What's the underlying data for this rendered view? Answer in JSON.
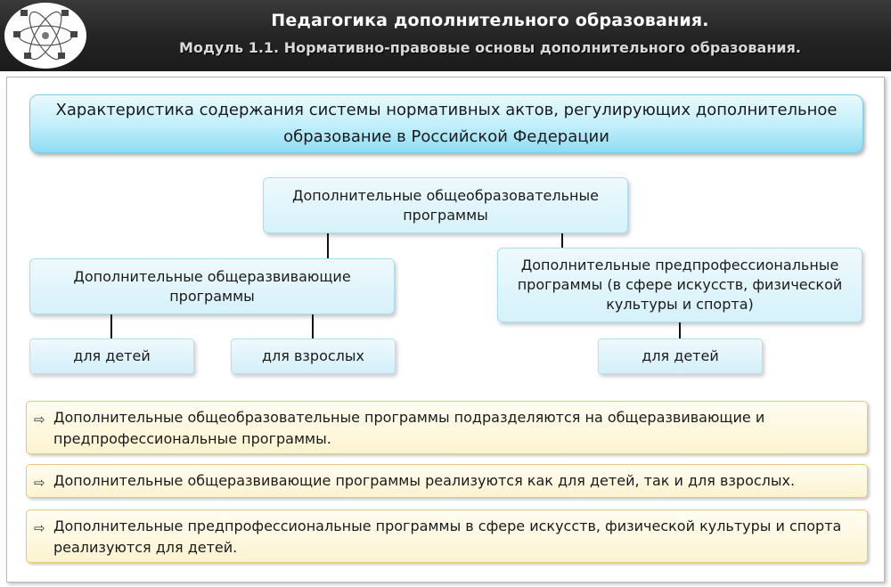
{
  "header": {
    "title": "Педагогика дополнительного образования.",
    "subtitle": "Модуль 1.1. Нормативно-правовые основы дополнительного образования."
  },
  "diagram": {
    "main_title": "Характеристика содержания системы нормативных актов, регулирующих дополнительное образование в Российской Федерации",
    "root": "Дополнительные общеобразовательные программы",
    "left_branch": "Дополнительные общеразвивающие программы",
    "right_branch": "Дополнительные предпрофессиональные программы (в сфере искусств, физической культуры и спорта)",
    "left_leaf_1": "для детей",
    "left_leaf_2": "для взрослых",
    "right_leaf": "для детей"
  },
  "notes": [
    "Дополнительные общеобразовательные программы подразделяются на общеразвивающие и предпрофессиональные программы.",
    "Дополнительные общеразвивающие программы реализуются как для детей, так и для взрослых.",
    "Дополнительные предпрофессиональные программы в сфере искусств, физической культуры и спорта реализуются для детей."
  ],
  "icons": {
    "note_bullet": "arrow-right-icon",
    "logo": "atom-network-logo"
  },
  "colors": {
    "header_bg": "#232323",
    "box_blue": "#bfeefb",
    "note_yellow": "#fdf3cf"
  }
}
